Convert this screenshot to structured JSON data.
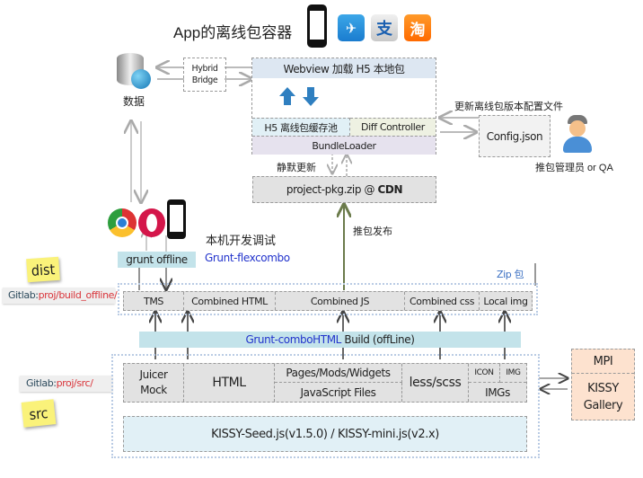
{
  "title": "App的离线包容器",
  "icons": {
    "phone": "phone-icon",
    "apps": [
      "paper-plane-app-icon",
      "alipay-app-icon",
      "taobao-app-icon"
    ],
    "database": "database-globe-icon",
    "browsers": [
      "chrome-icon",
      "opera-icon",
      "phone-icon"
    ],
    "user": "user-avatar-icon"
  },
  "data_label": "数据",
  "hybrid_bridge": "Hybrid\nBridge",
  "container": {
    "webview": "Webview 加载 H5 本地包",
    "pool": "H5 离线包缓存池",
    "diff": "Diff Controller",
    "loader": "BundleLoader"
  },
  "silent_update": "静默更新",
  "cdn": {
    "prefix": "project-pkg.zip @ ",
    "bold": "CDN"
  },
  "config": {
    "label": "更新离线包版本配置文件",
    "file": "Config.json",
    "user": "推包管理员 or QA"
  },
  "publish": "推包发布",
  "local_debug": "本机开发调试",
  "grunt_offline": "grunt offline",
  "grunt_flexcombo": "Grunt-flexcombo",
  "dist": {
    "note": "dist",
    "path_prefix": "Gitlab:",
    "path": "proj/build_offline/",
    "zip_label": "Zip 包",
    "items": [
      "TMS",
      "Combined HTML",
      "Combined JS",
      "Combined css",
      "Local img"
    ]
  },
  "build": {
    "tool": "Grunt-comboHTML",
    "rest": " Build (offLine)"
  },
  "src": {
    "note": "src",
    "path_prefix": "Gitlab:",
    "path": "proj/src/",
    "juicer": "Juicer\nMock",
    "html": "HTML",
    "pages": "Pages/Mods/Widgets",
    "js": "JavaScript Files",
    "less": "less/scss",
    "icon": "ICON",
    "img": "IMG",
    "imgs": "IMGs",
    "kissy": "KISSY-Seed.js(v1.5.0) / KISSY-mini.js(v2.x)"
  },
  "external": {
    "mpi": "MPI",
    "gallery": "KISSY\nGallery"
  },
  "colors": {
    "webview_bg": "#dde7f2",
    "pool_bg": "#e1f0f6",
    "diff_bg": "#eef1e2",
    "loader_bg": "#e6e2ee",
    "box_gray": "#e2e2e2",
    "cyan_bar": "#c3e3ea",
    "kissy_bg": "#e1f0f6",
    "external_bg": "#fde2cf",
    "note_yellow": "#faf27a",
    "path_red": "#d9343a",
    "link_blue": "#2233cc",
    "publish_arrow": "#7a8a5a",
    "arrow_blue": "#2f7fc0"
  }
}
